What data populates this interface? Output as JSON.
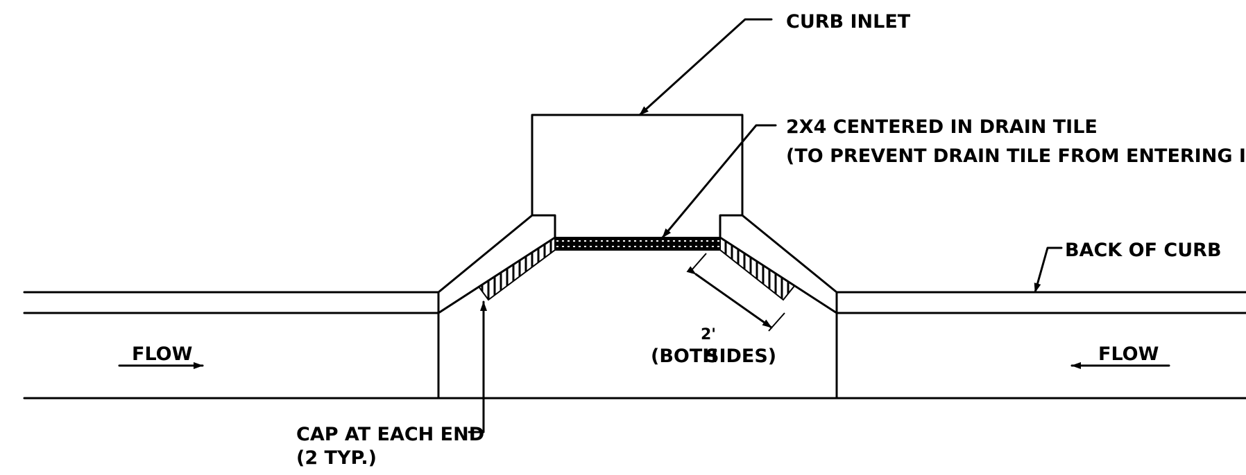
{
  "labels": {
    "curb_inlet": "CURB INLET",
    "centered_line1": "2X4 CENTERED IN DRAIN TILE",
    "centered_line2": "(TO PREVENT DRAIN TILE FROM ENTERING INLET)",
    "back_of_curb": "BACK OF CURB",
    "flow_left": "FLOW",
    "flow_right": "FLOW",
    "dimension_value": "2'",
    "both_sides_left": "(BOTH",
    "both_sides_right": "SIDES)",
    "cap_line1": "CAP AT EACH END",
    "cap_line2": "(2 TYP.)"
  },
  "colors": {
    "ink": "#000000",
    "paper": "#ffffff"
  }
}
